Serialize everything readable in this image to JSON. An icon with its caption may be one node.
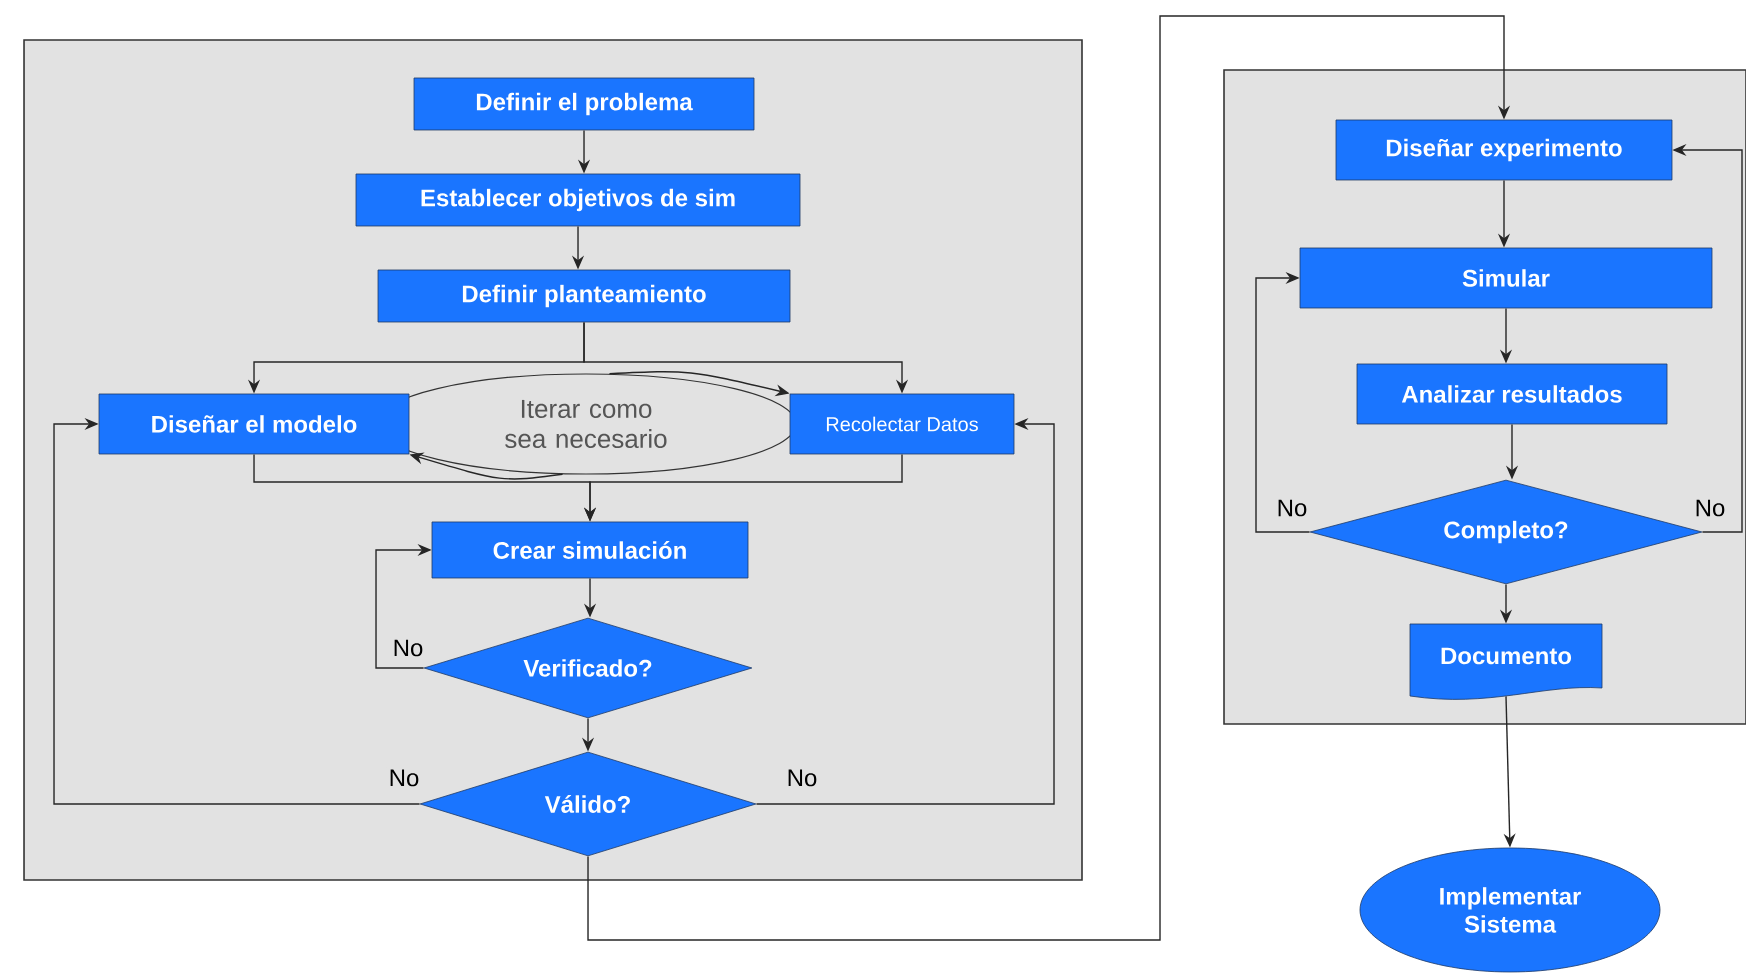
{
  "diagram": {
    "nodes": [
      {
        "text": [],
        "shape": "box"
      },
      {
        "text": [],
        "shape": "box"
      },
      {
        "text": [
          "Definir el problema"
        ],
        "in": 0
      },
      {
        "text": [
          "Establecer objetivos de sim"
        ],
        "in": 0
      },
      {
        "text": [
          "Definir planteamiento"
        ],
        "in": 0
      },
      {
        "text": [
          "Diseñar el modelo"
        ],
        "in": 0
      },
      {
        "text": [
          "Iterar como sea necesario"
        ],
        "in": 0
      },
      {
        "text": [
          "Recolectar Datos"
        ],
        "in": 0
      },
      {
        "text": [
          "Crear simulación"
        ],
        "in": 0
      },
      {
        "text": [
          "Verificado?"
        ],
        "in": 0
      },
      {
        "text": [
          "Válido?"
        ],
        "in": 0
      },
      {
        "text": [
          "Diseñar experimento"
        ],
        "in": 1
      },
      {
        "text": [
          "Simular"
        ],
        "in": 1
      },
      {
        "text": [
          "Analizar resultados"
        ],
        "in": 1
      },
      {
        "text": [
          "Completo?"
        ],
        "in": 1
      },
      {
        "text": [
          "Documento"
        ],
        "in": 1
      },
      {
        "text": [
          "Implementar Sistema"
        ]
      }
    ],
    "edges": [
      {
        "from": 2,
        "to": 3,
        "arrow": "to"
      },
      {
        "from": 3,
        "to": 4,
        "arrow": "to"
      },
      {
        "from": 4,
        "to": 5,
        "arrow": "to"
      },
      {
        "from": 4,
        "to": 7,
        "arrow": "to"
      },
      {
        "from": 5,
        "to": 8,
        "arrow": "to"
      },
      {
        "from": 7,
        "to": 8,
        "arrow": "to"
      },
      {
        "from": 8,
        "to": 9,
        "arrow": "to"
      },
      {
        "from": 9,
        "to": 8,
        "arrow": "to",
        "label": "No"
      },
      {
        "from": 9,
        "to": 10,
        "arrow": "to"
      },
      {
        "from": 10,
        "to": 5,
        "arrow": "to",
        "label": "No"
      },
      {
        "from": 10,
        "to": 7,
        "arrow": "to",
        "label": "No"
      },
      {
        "from": 10,
        "to": 11,
        "arrow": "to"
      },
      {
        "from": 11,
        "to": 12,
        "arrow": "to"
      },
      {
        "from": 12,
        "to": 13,
        "arrow": "to"
      },
      {
        "from": 13,
        "to": 14,
        "arrow": "to"
      },
      {
        "from": 14,
        "to": 12,
        "arrow": "to",
        "label": "No"
      },
      {
        "from": 14,
        "to": 11,
        "arrow": "to",
        "label": "No"
      },
      {
        "from": 14,
        "to": 15,
        "arrow": "to"
      },
      {
        "from": 15,
        "to": 16,
        "arrow": "to"
      },
      {
        "from": 6,
        "to": 7,
        "arrow": "to"
      },
      {
        "from": 6,
        "to": 5,
        "arrow": "to"
      }
    ]
  }
}
